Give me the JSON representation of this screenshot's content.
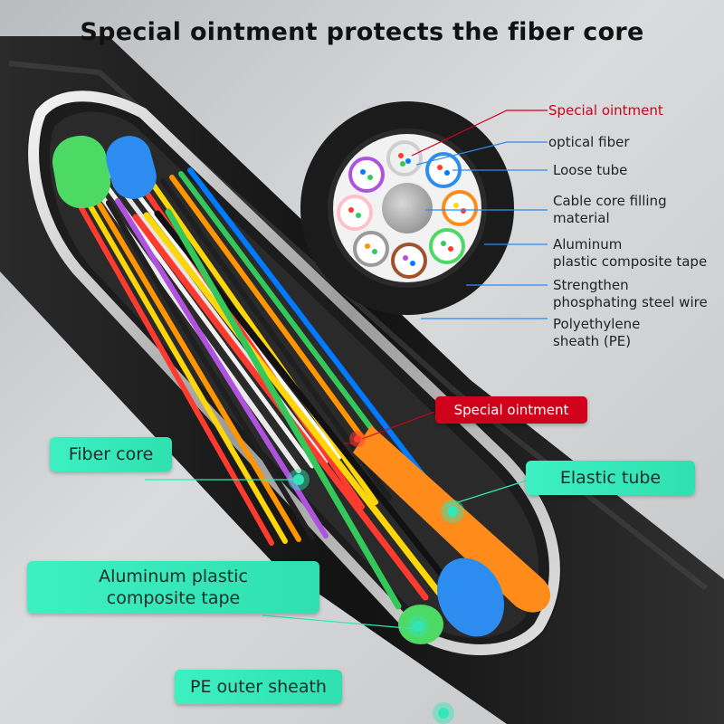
{
  "title": "Special ointment protects the fiber core",
  "cross_section_labels": [
    {
      "id": "special-ointment",
      "text": "Special ointment"
    },
    {
      "id": "optical-fiber",
      "text": "optical fiber"
    },
    {
      "id": "loose-tube",
      "text": "Loose tube"
    },
    {
      "id": "filling-1",
      "text": "Cable core filling"
    },
    {
      "id": "filling-2",
      "text": "material"
    },
    {
      "id": "aluminum-1",
      "text": "Aluminum"
    },
    {
      "id": "aluminum-2",
      "text": "plastic composite tape"
    },
    {
      "id": "steel-1",
      "text": "Strengthen"
    },
    {
      "id": "steel-2",
      "text": "phosphating steel wire"
    },
    {
      "id": "pe-1",
      "text": "Polyethylene"
    },
    {
      "id": "pe-2",
      "text": "sheath (PE)"
    }
  ],
  "callouts": {
    "special_ointment": "Special ointment",
    "fiber_core": "Fiber core",
    "elastic_tube": "Elastic tube",
    "aluminum_tape_1": "Aluminum plastic",
    "aluminum_tape_2": "composite tape",
    "pe_outer_sheath": "PE outer sheath"
  },
  "colors": {
    "accent_green": "#33e6b8",
    "accent_red": "#d0021b",
    "sheath_black": "#1a1a1a",
    "label_red": "#d0021b"
  }
}
